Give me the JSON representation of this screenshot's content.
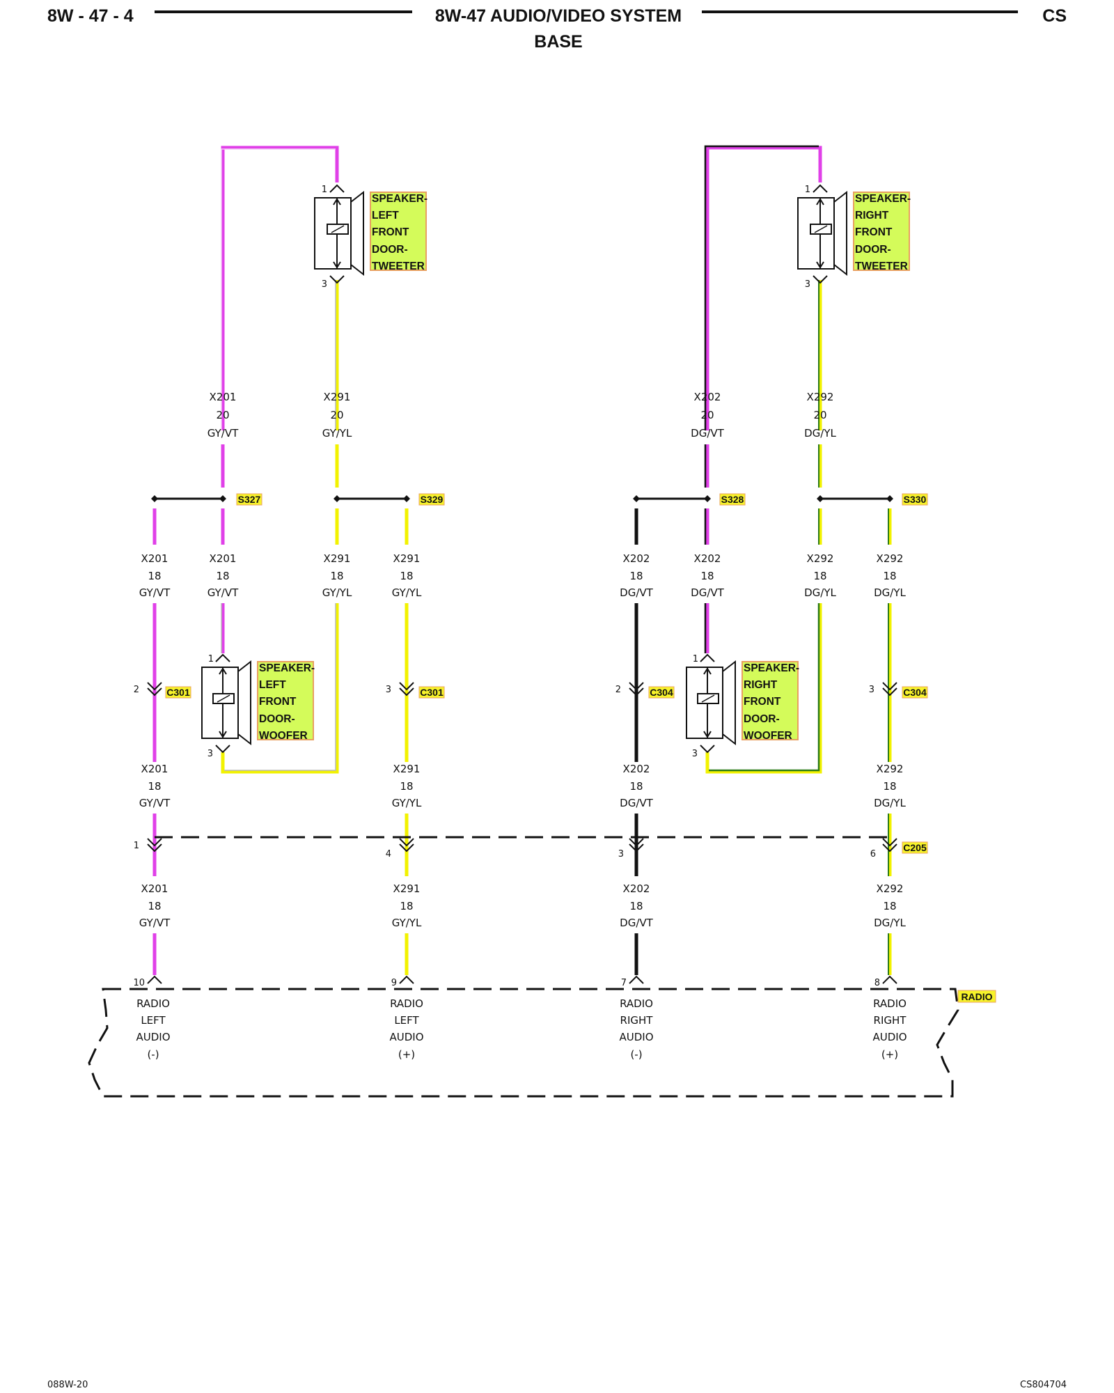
{
  "header": {
    "left": "8W - 47 - 4",
    "title": "8W-47 AUDIO/VIDEO SYSTEM",
    "subtitle": "BASE",
    "right": "CS"
  },
  "footer": {
    "left": "088W-20",
    "right": "CS804704"
  },
  "colors": {
    "violet": "#e040e8",
    "yellow": "#f2f200",
    "wire_black": "#111111",
    "tag_bg": "#f7f32a",
    "speaker_label_bg": "#d4fb5a",
    "speaker_label_border": "#e8a060"
  },
  "speakers": {
    "left_tweeter": {
      "lines": [
        "SPEAKER-",
        "LEFT",
        "FRONT",
        "DOOR-",
        "TWEETER"
      ],
      "pin_top": "1",
      "pin_bottom": "3"
    },
    "right_tweeter": {
      "lines": [
        "SPEAKER-",
        "RIGHT",
        "FRONT",
        "DOOR-",
        "TWEETER"
      ],
      "pin_top": "1",
      "pin_bottom": "3"
    },
    "left_woofer": {
      "lines": [
        "SPEAKER-",
        "LEFT",
        "FRONT",
        "DOOR-",
        "WOOFER"
      ],
      "pin_top": "1",
      "pin_bottom": "3"
    },
    "right_woofer": {
      "lines": [
        "SPEAKER-",
        "RIGHT",
        "FRONT",
        "DOOR-",
        "WOOFER"
      ],
      "pin_top": "1",
      "pin_bottom": "3"
    }
  },
  "splices": {
    "s327": "S327",
    "s329": "S329",
    "s328": "S328",
    "s330": "S330"
  },
  "connectors": {
    "c301a": {
      "name": "C301",
      "pin": "2"
    },
    "c301b": {
      "name": "C301",
      "pin": "3"
    },
    "c304a": {
      "name": "C304",
      "pin": "2"
    },
    "c304b": {
      "name": "C304",
      "pin": "3"
    },
    "c205": {
      "name": "C205",
      "pins": [
        "1",
        "4",
        "3",
        "6"
      ]
    }
  },
  "wires": {
    "upper": [
      {
        "circuit": "X201",
        "gauge": "20",
        "color": "GY/VT"
      },
      {
        "circuit": "X291",
        "gauge": "20",
        "color": "GY/YL"
      },
      {
        "circuit": "X202",
        "gauge": "20",
        "color": "DG/VT"
      },
      {
        "circuit": "X292",
        "gauge": "20",
        "color": "DG/YL"
      }
    ],
    "mid": [
      {
        "circuit": "X201",
        "gauge": "18",
        "color": "GY/VT"
      },
      {
        "circuit": "X201",
        "gauge": "18",
        "color": "GY/VT"
      },
      {
        "circuit": "X291",
        "gauge": "18",
        "color": "GY/YL"
      },
      {
        "circuit": "X291",
        "gauge": "18",
        "color": "GY/YL"
      },
      {
        "circuit": "X202",
        "gauge": "18",
        "color": "DG/VT"
      },
      {
        "circuit": "X202",
        "gauge": "18",
        "color": "DG/VT"
      },
      {
        "circuit": "X292",
        "gauge": "18",
        "color": "DG/YL"
      },
      {
        "circuit": "X292",
        "gauge": "18",
        "color": "DG/YL"
      }
    ],
    "lower": [
      {
        "circuit": "X201",
        "gauge": "18",
        "color": "GY/VT"
      },
      {
        "circuit": "X291",
        "gauge": "18",
        "color": "GY/YL"
      },
      {
        "circuit": "X202",
        "gauge": "18",
        "color": "DG/VT"
      },
      {
        "circuit": "X292",
        "gauge": "18",
        "color": "DG/YL"
      }
    ],
    "bottom": [
      {
        "circuit": "X201",
        "gauge": "18",
        "color": "GY/VT"
      },
      {
        "circuit": "X291",
        "gauge": "18",
        "color": "GY/YL"
      },
      {
        "circuit": "X202",
        "gauge": "18",
        "color": "DG/VT"
      },
      {
        "circuit": "X292",
        "gauge": "18",
        "color": "DG/YL"
      }
    ]
  },
  "radio": {
    "label": "RADIO",
    "pins": [
      {
        "pin": "10",
        "lines": [
          "RADIO",
          "LEFT",
          "AUDIO",
          "(-)"
        ]
      },
      {
        "pin": "9",
        "lines": [
          "RADIO",
          "LEFT",
          "AUDIO",
          "(+)"
        ]
      },
      {
        "pin": "7",
        "lines": [
          "RADIO",
          "RIGHT",
          "AUDIO",
          "(-)"
        ]
      },
      {
        "pin": "8",
        "lines": [
          "RADIO",
          "RIGHT",
          "AUDIO",
          "(+)"
        ]
      }
    ]
  }
}
